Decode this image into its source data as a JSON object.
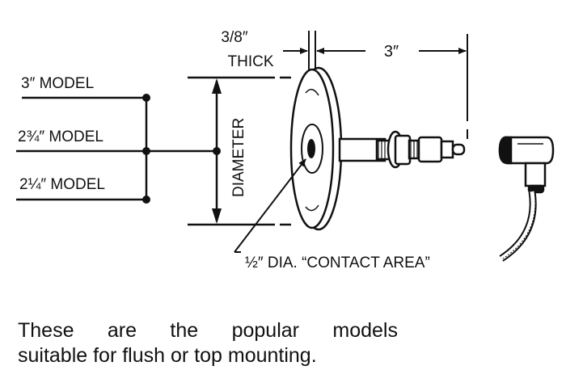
{
  "diagram": {
    "models": [
      {
        "label": "3″ MODEL"
      },
      {
        "label": "2¾″ MODEL"
      },
      {
        "label": "2¼″ MODEL"
      }
    ],
    "dimension_labels": {
      "diameter": "DIAMETER",
      "thickness_value": "3/8″",
      "thickness_word": "THICK",
      "length": "3″",
      "contact_area": "½″ DIA. “CONTACT AREA”"
    },
    "ink_color": "#111111",
    "paper_color": "#ffffff"
  },
  "caption": {
    "line1": "These are the popular models",
    "line2": "suitable for flush or top mounting."
  }
}
